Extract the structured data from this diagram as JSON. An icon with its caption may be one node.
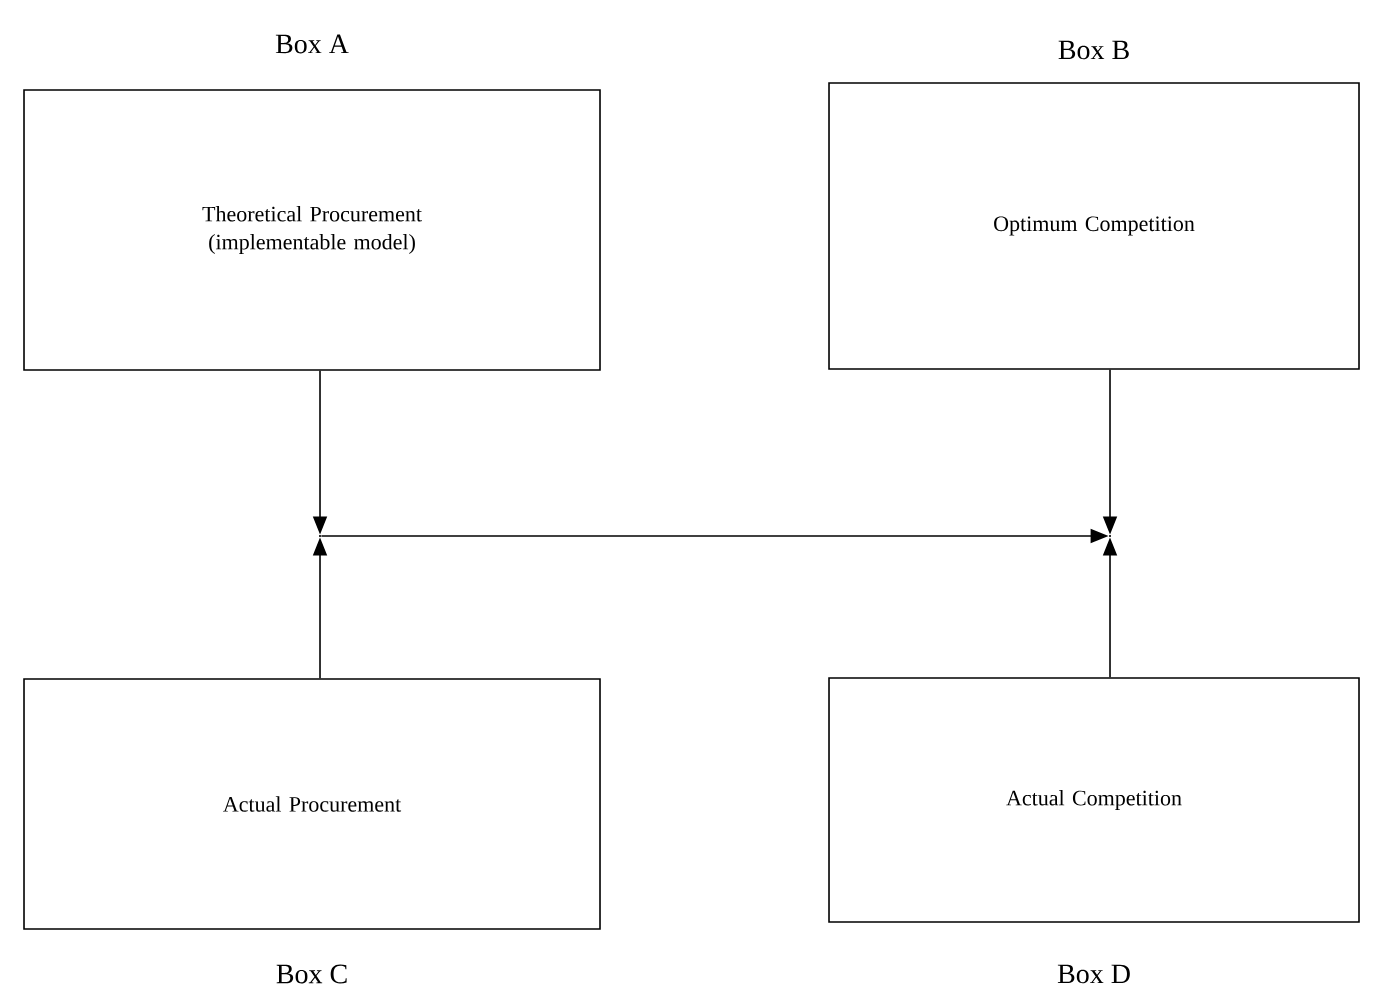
{
  "diagram": {
    "nodes": [
      {
        "text": [
          "Box A",
          "Theoretical Procurement (implementable model)"
        ]
      },
      {
        "text": [
          "Box B",
          "Optimum Competition"
        ]
      },
      {
        "text": [
          "Actual Procurement",
          "Box C"
        ]
      },
      {
        "text": [
          "Actual Competition",
          "Box D"
        ]
      },
      {
        "text": [],
        "shape": "point"
      },
      {
        "text": [],
        "shape": "point"
      }
    ],
    "edges": [
      {
        "from": 0,
        "to": 4,
        "arrow": "to"
      },
      {
        "from": 2,
        "to": 4,
        "arrow": "to"
      },
      {
        "from": 4,
        "to": 5,
        "arrow": "to"
      },
      {
        "from": 1,
        "to": 5,
        "arrow": "to"
      },
      {
        "from": 3,
        "to": 5,
        "arrow": "to"
      }
    ]
  }
}
